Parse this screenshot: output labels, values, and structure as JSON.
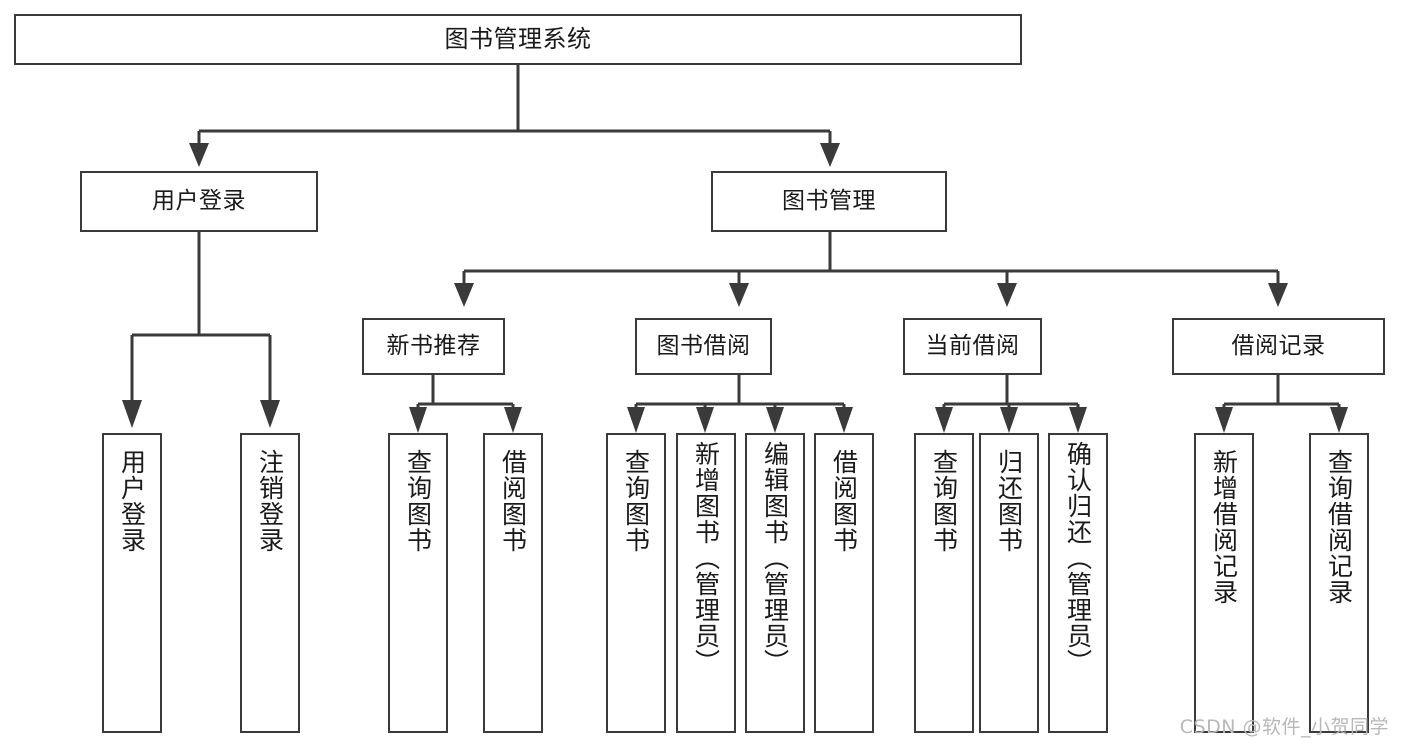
{
  "diagram": {
    "title": "图书管理系统",
    "type": "tree-hierarchy-chart",
    "watermark": "CSDN @软件_小贺同学",
    "colors": {
      "box_border": "#3a3a3a",
      "box_fill": "#ffffff",
      "edge": "#3a3a3a",
      "text": "#1a1a1a",
      "watermark": "#b8b8b8"
    }
  },
  "nodes": {
    "root": {
      "label": "图书管理系统"
    },
    "level2": [
      {
        "label": "用户登录"
      },
      {
        "label": "图书管理"
      }
    ],
    "level3": [
      {
        "label": "新书推荐"
      },
      {
        "label": "图书借阅"
      },
      {
        "label": "当前借阅"
      },
      {
        "label": "借阅记录"
      }
    ],
    "leaves": {
      "user_login": [
        {
          "label": "用户登录"
        },
        {
          "label": "注销登录"
        }
      ],
      "new_book_recommend": [
        {
          "label": "查询图书"
        },
        {
          "label": "借阅图书"
        }
      ],
      "book_borrow": [
        {
          "label": "查询图书"
        },
        {
          "label": "新增图书（管理员）"
        },
        {
          "label": "编辑图书（管理员）"
        },
        {
          "label": "借阅图书"
        }
      ],
      "current_borrow": [
        {
          "label": "查询图书"
        },
        {
          "label": "归还图书"
        },
        {
          "label": "确认归还（管理员）"
        }
      ],
      "borrow_record": [
        {
          "label": "新增借阅记录"
        },
        {
          "label": "查询借阅记录"
        }
      ]
    }
  }
}
